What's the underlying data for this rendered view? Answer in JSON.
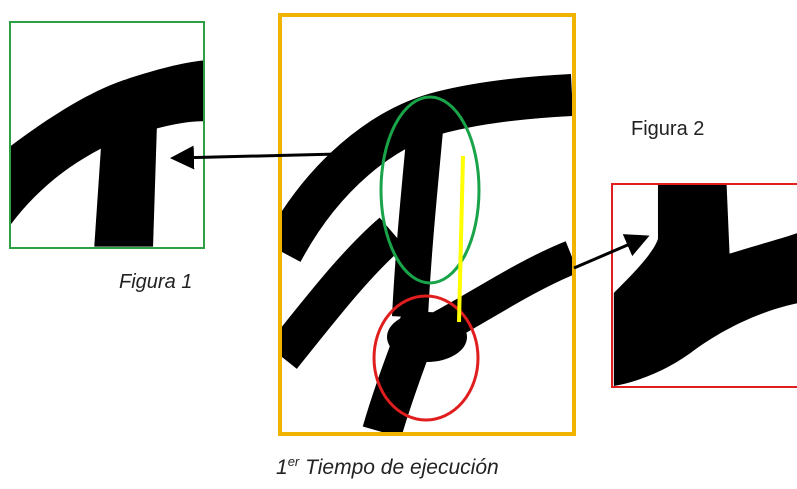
{
  "labels": {
    "figure1": "Figura 1",
    "figure2": "Figura 2",
    "caption_ordinal": "1",
    "caption_superscript": "er",
    "caption_text": " Tiempo de ejecución"
  },
  "colors": {
    "figure1_border": "#2ea043",
    "main_border": "#f0b400",
    "figure2_border": "#e01e1e",
    "green_marker": "#19a449",
    "red_marker": "#e01e1e",
    "yellow_line": "#ffff00",
    "arrow": "#000000",
    "stroke": "#000000"
  }
}
